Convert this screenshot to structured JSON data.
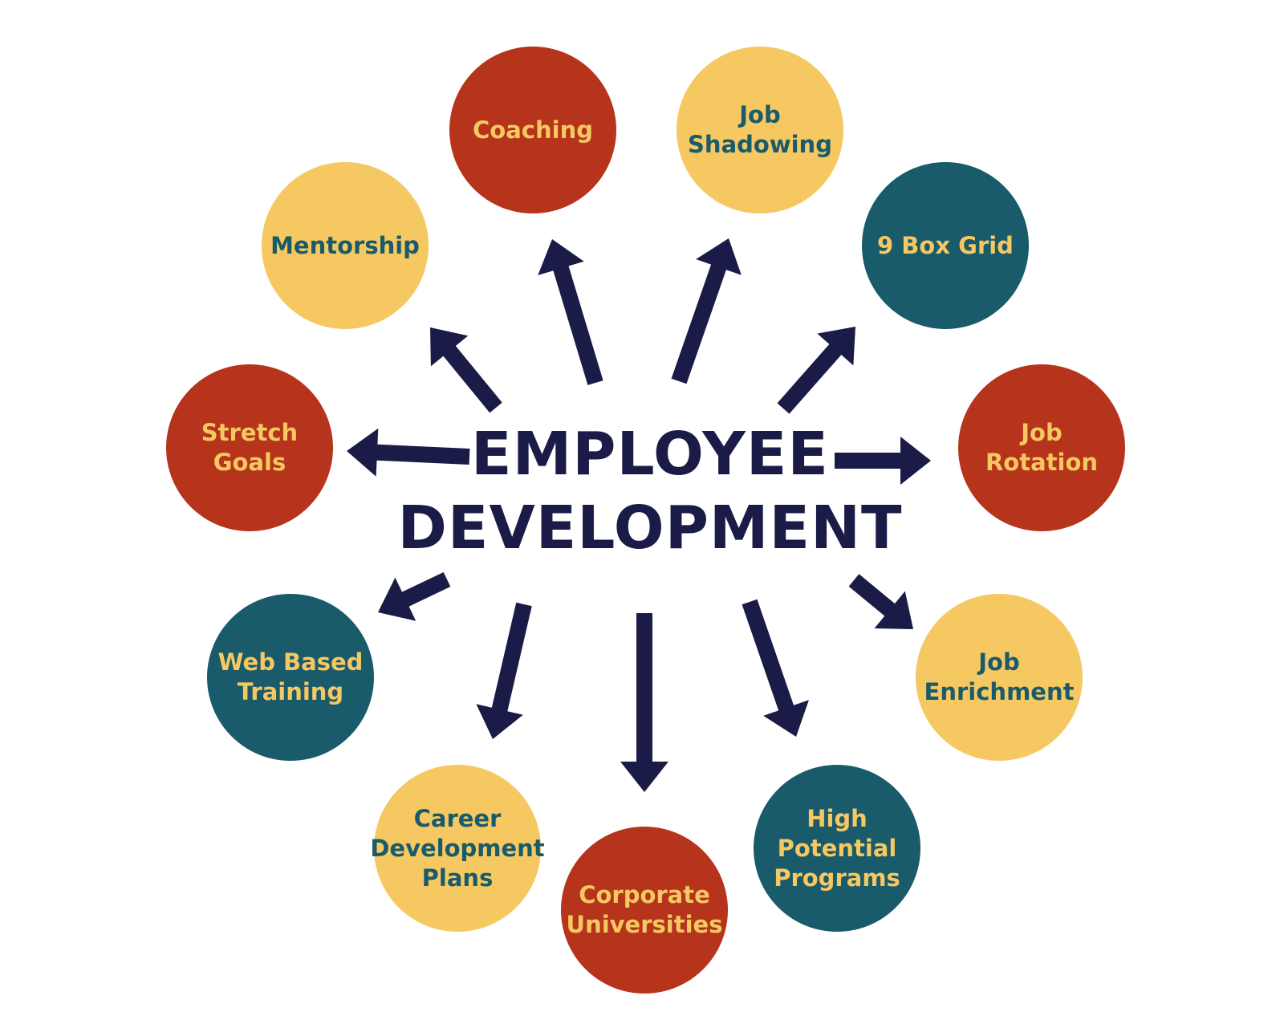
{
  "title": {
    "line1": "EMPLOYEE",
    "line2": "DEVELOPMENT"
  },
  "colors": {
    "red": "#b5341b",
    "yellow": "#f6c862",
    "teal": "#195b6a",
    "navy": "#1b1b48"
  },
  "nodes": [
    {
      "id": "coaching",
      "label": "Coaching",
      "fill": "red",
      "text": "yellow"
    },
    {
      "id": "job-shadowing",
      "label": "Job\nShadowing",
      "fill": "yellow",
      "text": "teal"
    },
    {
      "id": "nine-box-grid",
      "label": "9 Box Grid",
      "fill": "teal",
      "text": "yellow"
    },
    {
      "id": "job-rotation",
      "label": "Job\nRotation",
      "fill": "red",
      "text": "yellow"
    },
    {
      "id": "job-enrichment",
      "label": "Job\nEnrichment",
      "fill": "yellow",
      "text": "teal"
    },
    {
      "id": "high-potential-programs",
      "label": "High\nPotential\nPrograms",
      "fill": "teal",
      "text": "yellow"
    },
    {
      "id": "corporate-universities",
      "label": "Corporate\nUniversities",
      "fill": "red",
      "text": "yellow"
    },
    {
      "id": "career-development-plans",
      "label": "Career\nDevelopment\nPlans",
      "fill": "yellow",
      "text": "teal"
    },
    {
      "id": "web-based-training",
      "label": "Web Based\nTraining",
      "fill": "teal",
      "text": "yellow"
    },
    {
      "id": "stretch-goals",
      "label": "Stretch\nGoals",
      "fill": "red",
      "text": "yellow"
    },
    {
      "id": "mentorship",
      "label": "Mentorship",
      "fill": "yellow",
      "text": "teal"
    }
  ]
}
